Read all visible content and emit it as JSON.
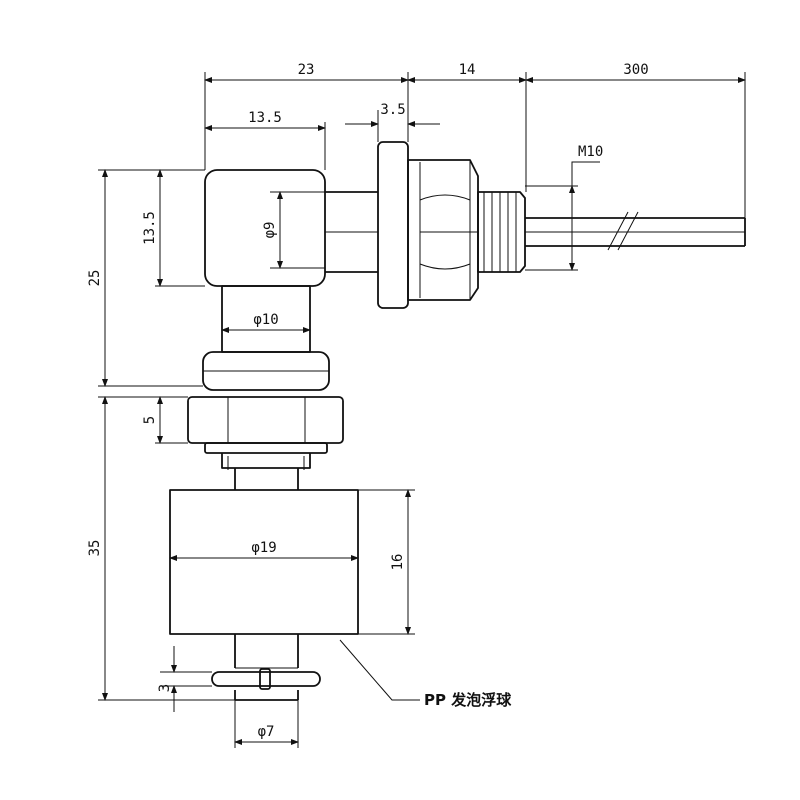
{
  "diagram": {
    "dimensions": {
      "width_total_top": "23",
      "cable_gap": "14",
      "cable_length": "300",
      "head_width": "13.5",
      "flange_thickness": "3.5",
      "thread": "M10",
      "head_height": "13.5",
      "head_bore": "φ9",
      "upper_height": "25",
      "neck_diameter": "φ10",
      "nut_height": "5",
      "lower_height": "35",
      "float_diameter": "φ19",
      "float_height": "16",
      "clip_height": "3",
      "stem_diameter": "φ7"
    },
    "callout": {
      "float_material": "PP 发泡浮球"
    }
  }
}
